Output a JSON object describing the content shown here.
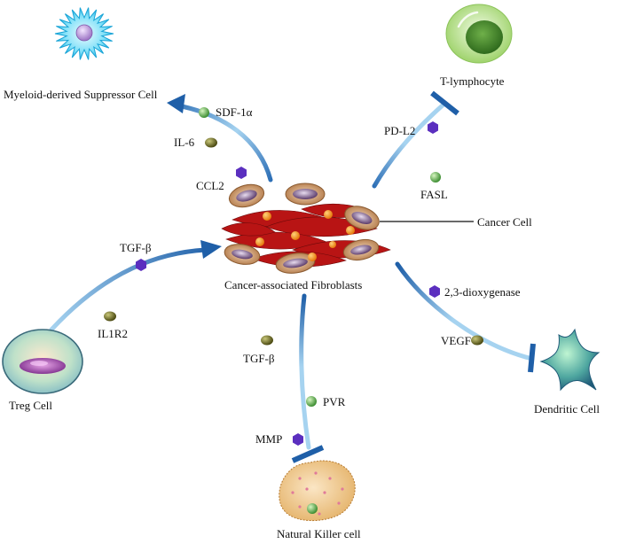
{
  "center": {
    "label": "Cancer-associated Fibroblasts",
    "cancer_cell_label": "Cancer Cell"
  },
  "cells": {
    "mdsc": "Myeloid-derived Suppressor Cell",
    "t_lymphocyte": "T-lymphocyte",
    "treg": "Treg Cell",
    "dendritic": "Dendritic Cell",
    "nk": "Natural Killer cell"
  },
  "factors": {
    "sdf1a": "SDF-1α",
    "il6": "IL-6",
    "ccl2": "CCL2",
    "pdl2": "PD-L2",
    "fasl": "FASL",
    "tgfb_treg": "TGF-β",
    "il1r2": "IL1R2",
    "tgfb_nk": "TGF-β",
    "pvr": "PVR",
    "mmp": "MMP",
    "dioxygenase": "2,3-dioxygenase",
    "vegf": "VEGF"
  },
  "colors": {
    "arrow_light": "#a6d3f0",
    "arrow_dark": "#1f5fa8",
    "inhibit_bar": "#1f5fa8",
    "marker_green": "#5aa84a",
    "marker_olive": "#6b6a1f",
    "marker_purple": "#5b2fbf",
    "fibroblast_red": "#b81414",
    "cancer_cell_tan": "#c79a6a",
    "cancer_nucleus": "#6b4a7a",
    "orange_dot": "#f08a18"
  },
  "icons": {
    "green_marker": "green-sphere-icon",
    "olive_marker": "olive-sphere-icon",
    "purple_marker": "purple-hexagon-icon"
  }
}
